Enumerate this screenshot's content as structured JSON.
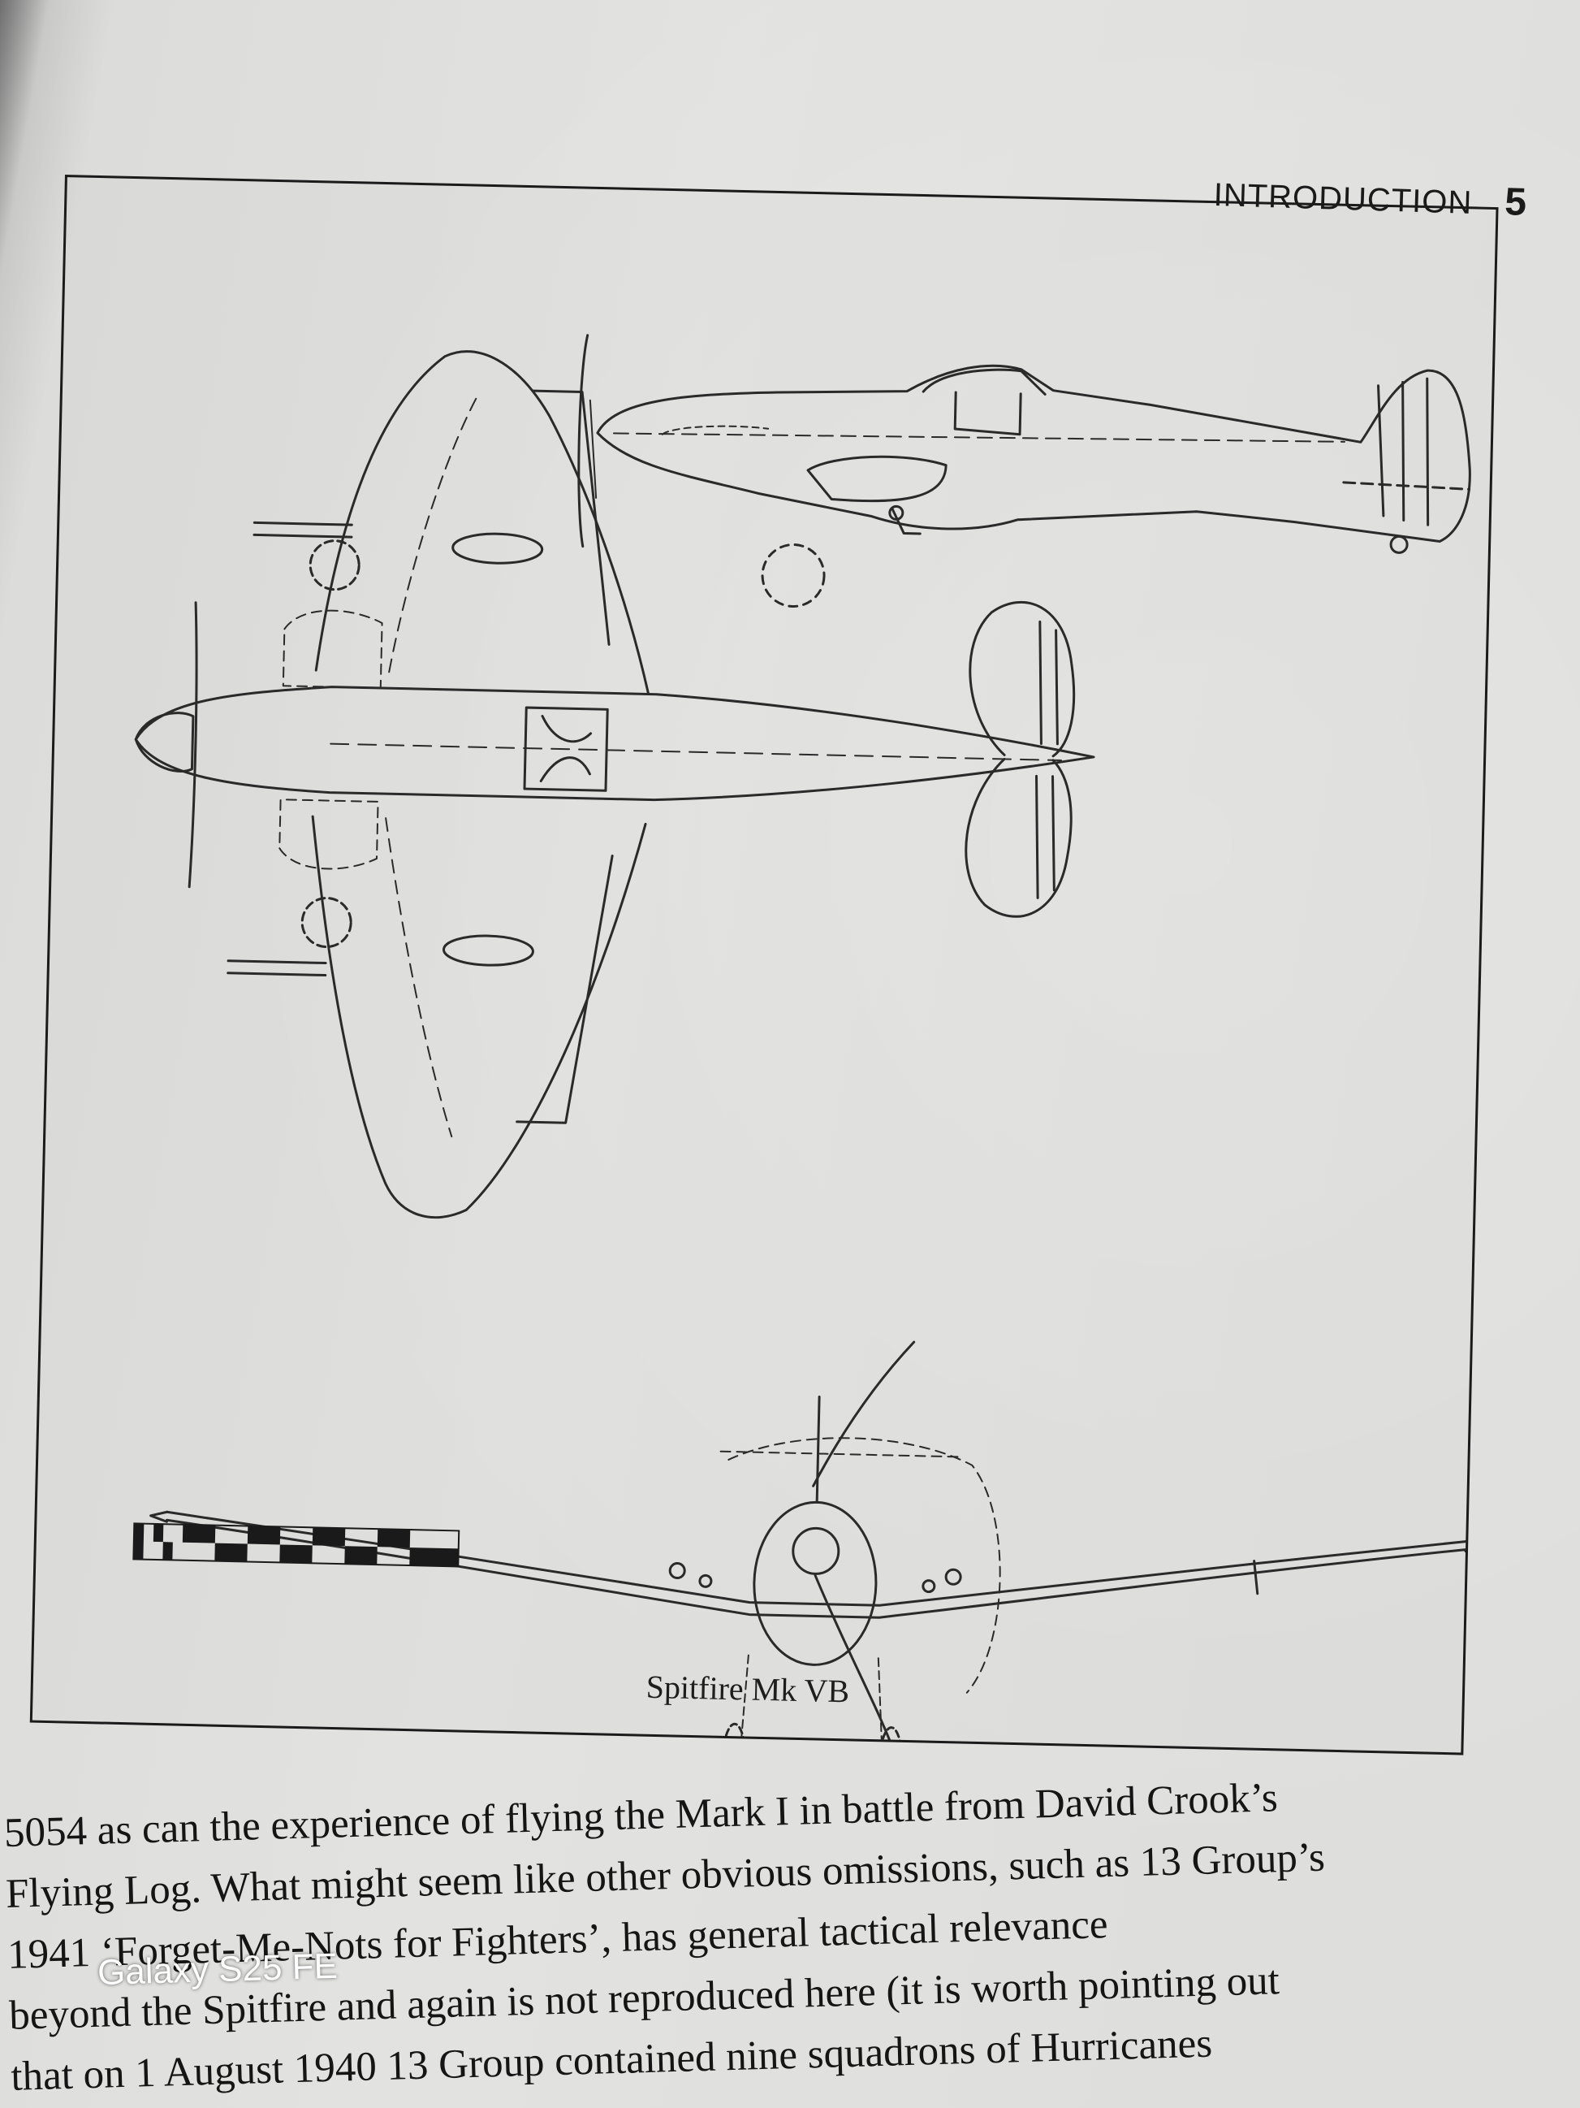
{
  "header": {
    "running_head": "INTRODUCTION",
    "page_number": "5"
  },
  "figure": {
    "caption": "Spitfire Mk VB"
  },
  "body": {
    "lines": [
      "5054 as can the experience of flying the Mark I in battle from David Crook’s",
      "Flying Log. What might seem like other obvious omissions, such as 13 Group’s",
      "1941 ‘Forget-Me-Nots for Fighters’, has general tactical relevance",
      "beyond the Spitfire and again is not reproduced here (it is worth pointing out",
      "that on 1 August 1940 13 Group contained nine squadrons of Hurricanes"
    ]
  },
  "watermark": "Galaxy S25 FE"
}
